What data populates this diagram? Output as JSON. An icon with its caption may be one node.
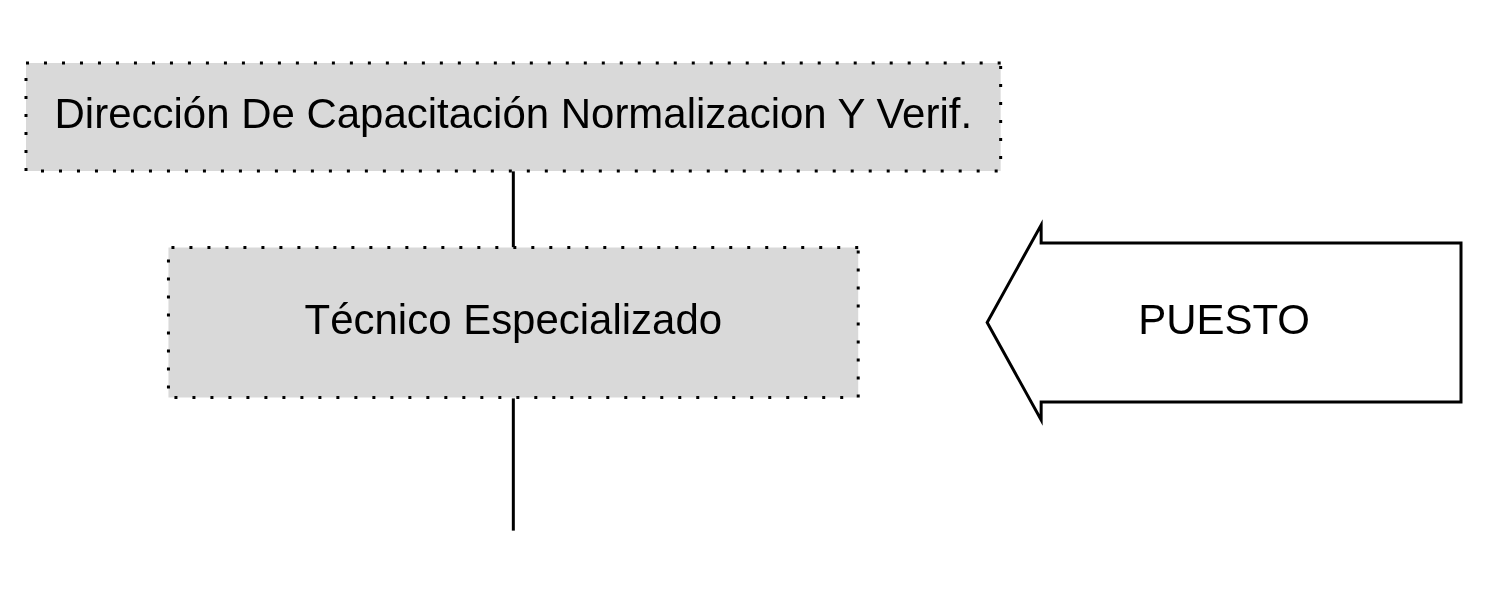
{
  "diagram": {
    "nodes": [
      {
        "text": [
          "Dirección De Capacitación Normalizacion Y Verif."
        ]
      },
      {
        "text": [
          "Técnico Especializado"
        ]
      },
      {
        "text": [
          "PUESTO"
        ]
      }
    ],
    "edges": [
      {
        "from": 0,
        "to": 1,
        "arrow": "none"
      },
      {
        "from": 1,
        "to": null,
        "arrow": "none"
      }
    ]
  }
}
